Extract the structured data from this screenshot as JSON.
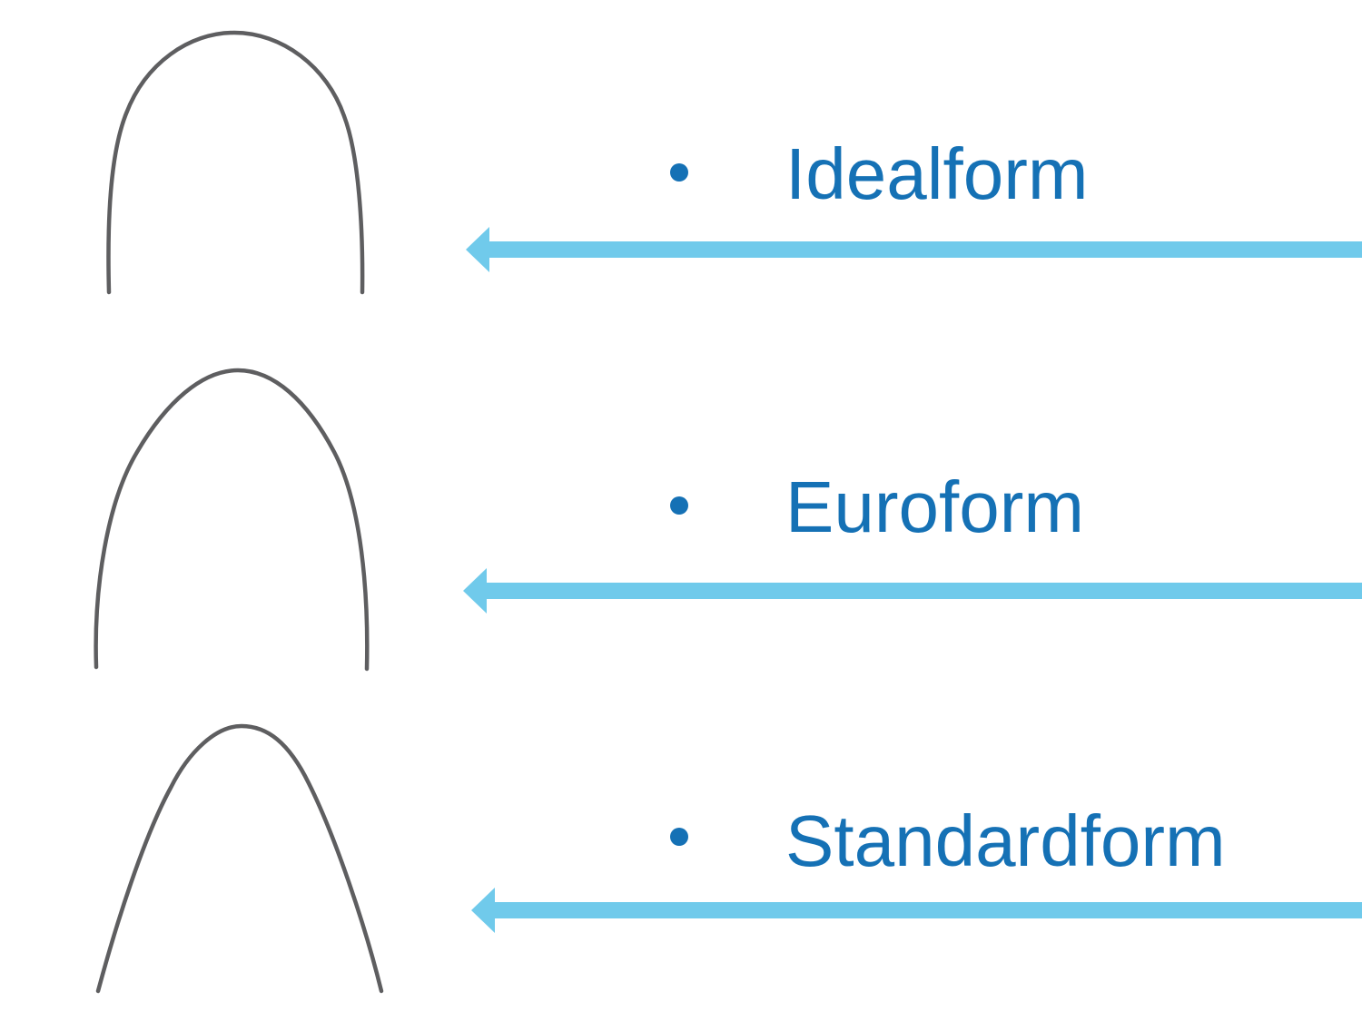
{
  "slide": {
    "type": "presentation-slide",
    "background": "#FFFFFF"
  },
  "colors": {
    "label_text": "#1571B5",
    "arrow_fill": "#70CAEB",
    "wire_stroke": "#5E5E60"
  },
  "items": [
    {
      "label": "Idealform",
      "bullet_icon": "round-bullet",
      "arrow_icon": "left-arrow",
      "image": "idealform-archwire"
    },
    {
      "label": "Euroform",
      "bullet_icon": "round-bullet",
      "arrow_icon": "left-arrow",
      "image": "euroform-archwire"
    },
    {
      "label": "Standardform",
      "bullet_icon": "round-bullet",
      "arrow_icon": "left-arrow",
      "image": "standardform-archwire"
    }
  ]
}
